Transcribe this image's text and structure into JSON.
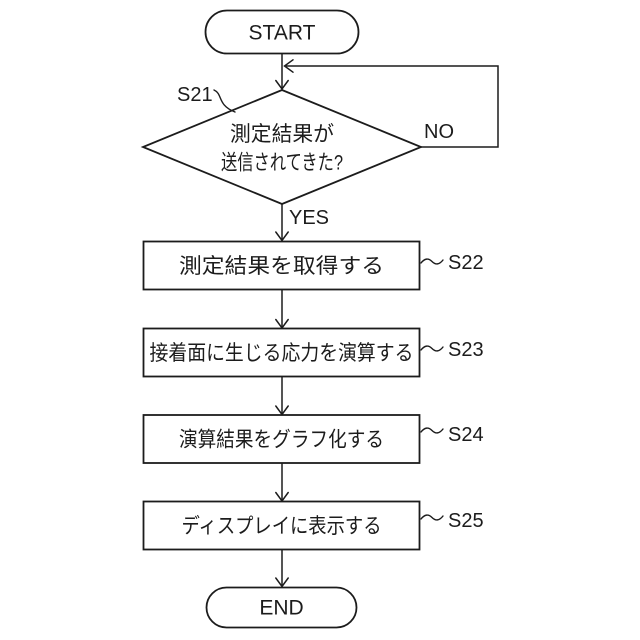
{
  "figure": {
    "type": "flowchart",
    "background_color": "#ffffff",
    "line_color": "#1c1c1c",
    "nodes": {
      "start": {
        "label": "START"
      },
      "decision_s21": {
        "step_id": "S21",
        "text_line1": "測定結果が",
        "text_line2": "送信されてきた?",
        "branch_no": "NO",
        "branch_yes": "YES"
      },
      "process_s22": {
        "step_id": "S22",
        "label": "測定結果を取得する"
      },
      "process_s23": {
        "step_id": "S23",
        "label": "接着面に生じる応力を演算する"
      },
      "process_s24": {
        "step_id": "S24",
        "label": "演算結果をグラフ化する"
      },
      "process_s25": {
        "step_id": "S25",
        "label": "ディスプレイに表示する"
      },
      "end": {
        "label": "END"
      }
    }
  }
}
